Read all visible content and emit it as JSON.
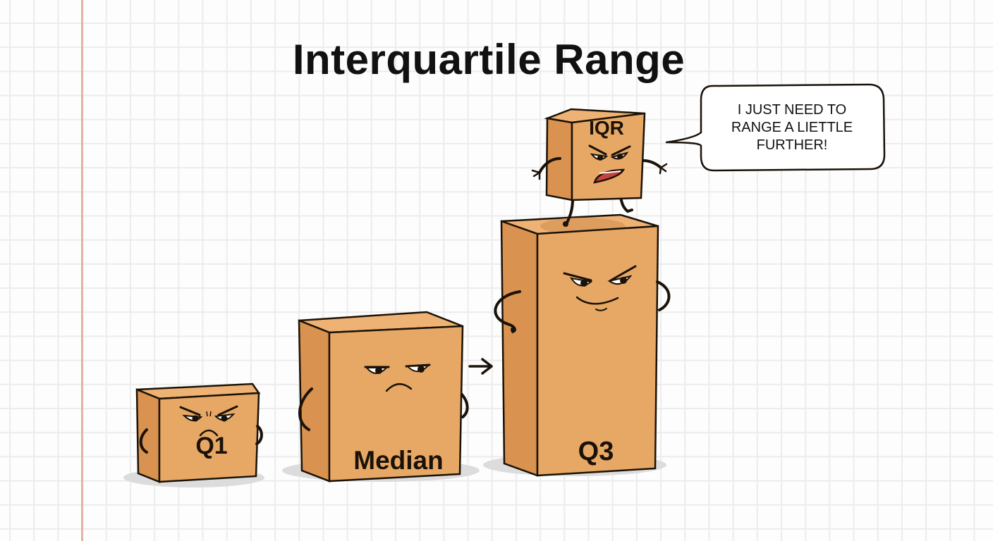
{
  "title": "Interquartile Range",
  "speech_bubble": {
    "speaker": "IQR",
    "text": "I JUST NEED TO\nRANGE A LIETTLE\nFURTHER!"
  },
  "characters": [
    {
      "name": "Q1",
      "label": "Q1",
      "expression": "angry frown"
    },
    {
      "name": "Median",
      "label": "Median",
      "expression": "bored, unimpressed"
    },
    {
      "name": "Q3",
      "label": "Q3",
      "expression": "smug grin"
    },
    {
      "name": "IQR",
      "label": "IQR",
      "expression": "yelling, standing on Q3"
    }
  ],
  "arrow": {
    "from": "Median",
    "to": "Q3",
    "glyph": "→"
  },
  "colors": {
    "box_front": "#e8a865",
    "box_side": "#d9924f",
    "box_top": "#eeb274",
    "outline": "#1a1208",
    "grid": "#ececec",
    "margin_line": "#e2b3a3",
    "mouth": "#c9413f"
  }
}
